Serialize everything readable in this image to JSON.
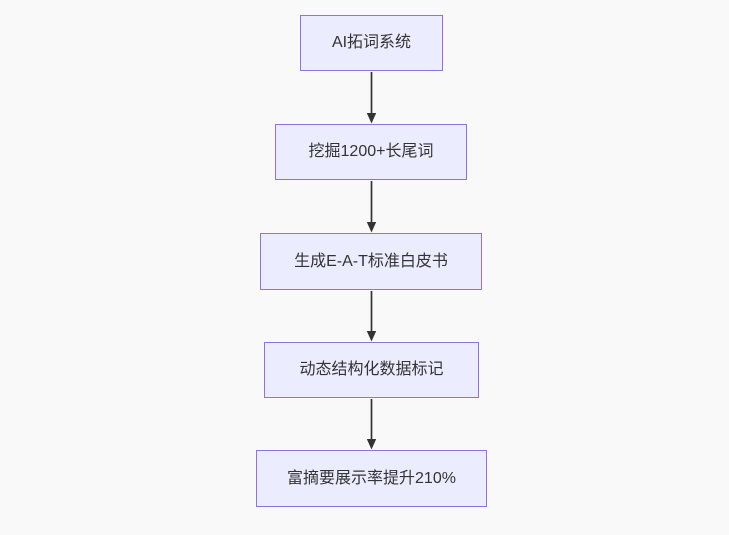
{
  "diagram": {
    "type": "flowchart",
    "direction": "top-down",
    "nodes": [
      {
        "id": "step-1",
        "label": "AI拓词系统"
      },
      {
        "id": "step-2",
        "label": "挖掘1200+长尾词"
      },
      {
        "id": "step-3",
        "label": "生成E-A-T标准白皮书"
      },
      {
        "id": "step-4",
        "label": "动态结构化数据标记"
      },
      {
        "id": "step-5",
        "label": "富摘要展示率提升210%"
      }
    ],
    "edges": [
      {
        "from": "step-1",
        "to": "step-2"
      },
      {
        "from": "step-2",
        "to": "step-3"
      },
      {
        "from": "step-3",
        "to": "step-4"
      },
      {
        "from": "step-4",
        "to": "step-5"
      }
    ],
    "colors": {
      "node_fill": "#ECECFF",
      "node_border": "#9370DB",
      "arrow": "#333333",
      "text": "#333333",
      "background": "#F9F9F9"
    }
  }
}
